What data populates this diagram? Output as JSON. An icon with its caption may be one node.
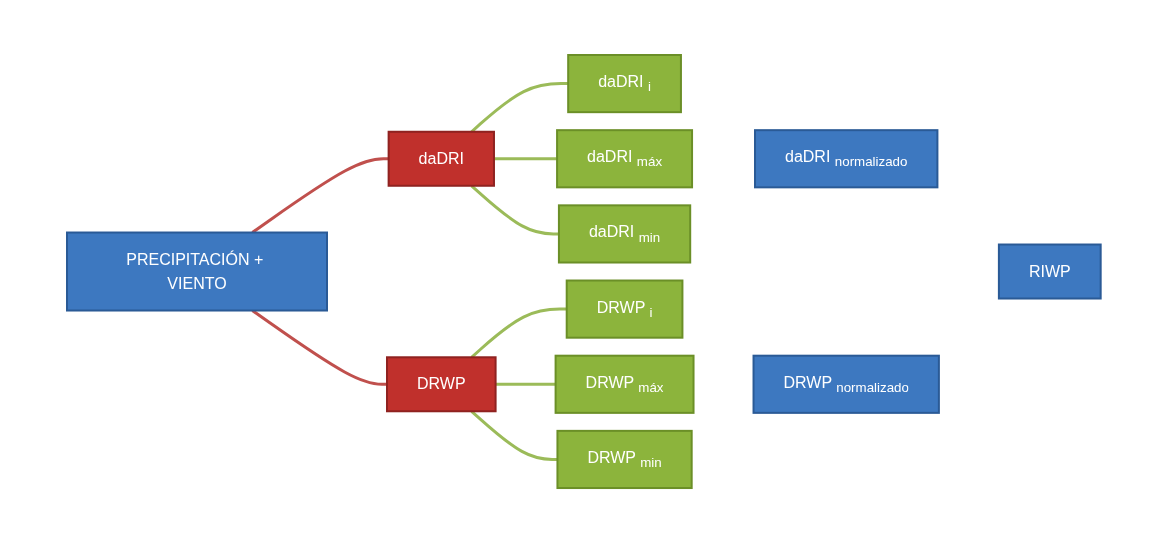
{
  "diagram": {
    "nodes": [
      {
        "text": [
          "PRECIPITACIÓN + VIENTO"
        ]
      },
      {
        "text": [
          "daDRI"
        ]
      },
      {
        "text": [
          "DRWP"
        ]
      },
      {
        "text": [
          "daDRI $_{i}$"
        ]
      },
      {
        "text": [
          "daDRI $_{máx}$"
        ]
      },
      {
        "text": [
          "daDRI $_{min}$"
        ]
      },
      {
        "text": [
          "DRWP $_{i}$"
        ]
      },
      {
        "text": [
          "DRWP $_{máx}$"
        ]
      },
      {
        "text": [
          "DRWP $_{min}$"
        ]
      },
      {
        "text": [
          "daDRI $_{normalizado}$"
        ]
      },
      {
        "text": [
          "DRWP $_{normalizado}$"
        ]
      },
      {
        "text": [
          "RIWP"
        ]
      }
    ],
    "edges": [
      {
        "from": 0,
        "to": 1,
        "arrow": "none",
        "color": "#c0504d"
      },
      {
        "from": 0,
        "to": 2,
        "arrow": "none",
        "color": "#c0504d"
      },
      {
        "from": 1,
        "to": 3,
        "arrow": "none"
      },
      {
        "from": 1,
        "to": 4,
        "arrow": "none"
      },
      {
        "from": 1,
        "to": 5,
        "arrow": "none"
      },
      {
        "from": 2,
        "to": 6,
        "arrow": "none"
      },
      {
        "from": 2,
        "to": 7,
        "arrow": "none"
      },
      {
        "from": 2,
        "to": 8,
        "arrow": "none"
      }
    ]
  }
}
